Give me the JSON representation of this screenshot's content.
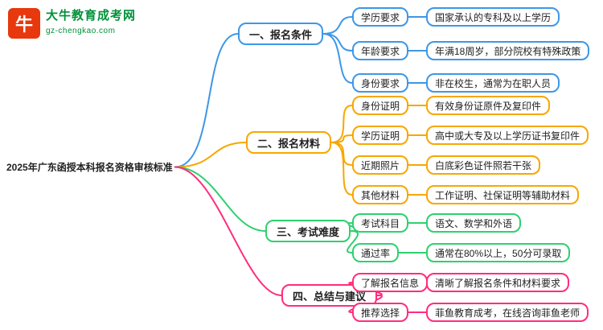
{
  "site": {
    "logo_icon": "bull-icon",
    "logo_icon_char": "牛",
    "logo_text": "大牛教育成考网",
    "logo_domain": "gz-chengkao.com",
    "brand_red": "#e8380d",
    "brand_green": "#00913a"
  },
  "root": {
    "label": "2025年广东函授本科报名资格审核标准"
  },
  "branches": [
    {
      "label": "一、报名条件",
      "color": "#3e97e6",
      "children": [
        {
          "label": "学历要求",
          "value": "国家承认的专科及以上学历"
        },
        {
          "label": "年龄要求",
          "value": "年满18周岁，部分院校有特殊政策"
        },
        {
          "label": "身份要求",
          "value": "非在校生，通常为在职人员"
        }
      ]
    },
    {
      "label": "二、报名材料",
      "color": "#f7a700",
      "children": [
        {
          "label": "身份证明",
          "value": "有效身份证原件及复印件"
        },
        {
          "label": "学历证明",
          "value": "高中或大专及以上学历证书复印件"
        },
        {
          "label": "近期照片",
          "value": "白底彩色证件照若干张"
        },
        {
          "label": "其他材料",
          "value": "工作证明、社保证明等辅助材料"
        }
      ]
    },
    {
      "label": "三、考试难度",
      "color": "#2fd06f",
      "children": [
        {
          "label": "考试科目",
          "value": "语文、数学和外语"
        },
        {
          "label": "通过率",
          "value": "通常在80%以上，50分可录取"
        }
      ]
    },
    {
      "label": "四、总结与建议",
      "color": "#ff2d7d",
      "children": [
        {
          "label": "了解报名信息",
          "value": "清晰了解报名条件和材料要求"
        },
        {
          "label": "推荐选择",
          "value": "菲鱼教育成考，在线咨询菲鱼老师"
        }
      ]
    }
  ]
}
